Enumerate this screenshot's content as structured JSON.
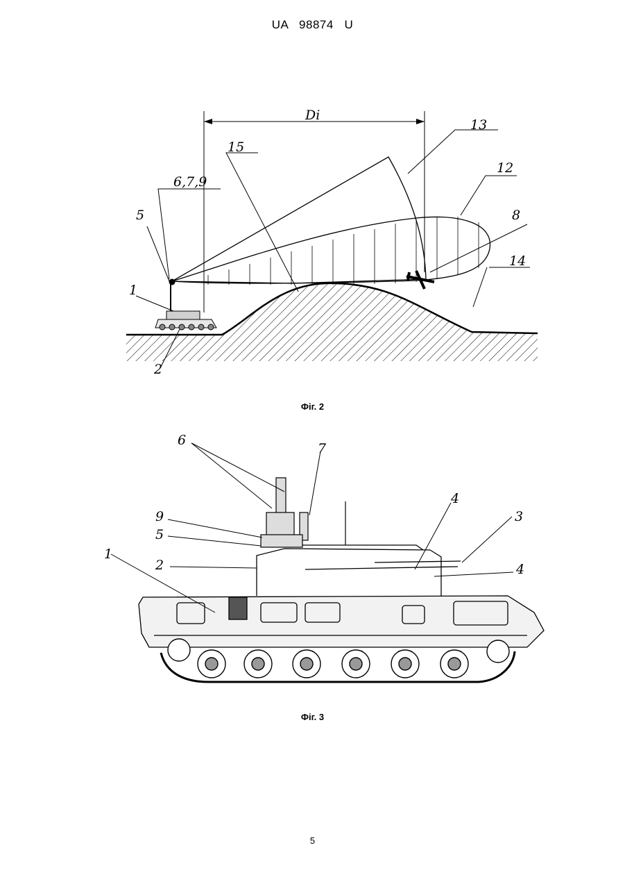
{
  "header": {
    "number": "UA   98874   U"
  },
  "figures": [
    {
      "caption": "Фіг. 2",
      "labels": {
        "distance": "Di",
        "l13": "13",
        "l15": "15",
        "l12": "12",
        "l679": "6,7,9",
        "l8": "8",
        "l5": "5",
        "l14": "14",
        "l1": "1",
        "l2": "2"
      }
    },
    {
      "caption": "Фіг. 3",
      "labels": {
        "l6": "6",
        "l7": "7",
        "l4a": "4",
        "l3": "3",
        "l9": "9",
        "l5": "5",
        "l1": "1",
        "l2": "2",
        "l4b": "4"
      }
    }
  ],
  "page_number": "5"
}
